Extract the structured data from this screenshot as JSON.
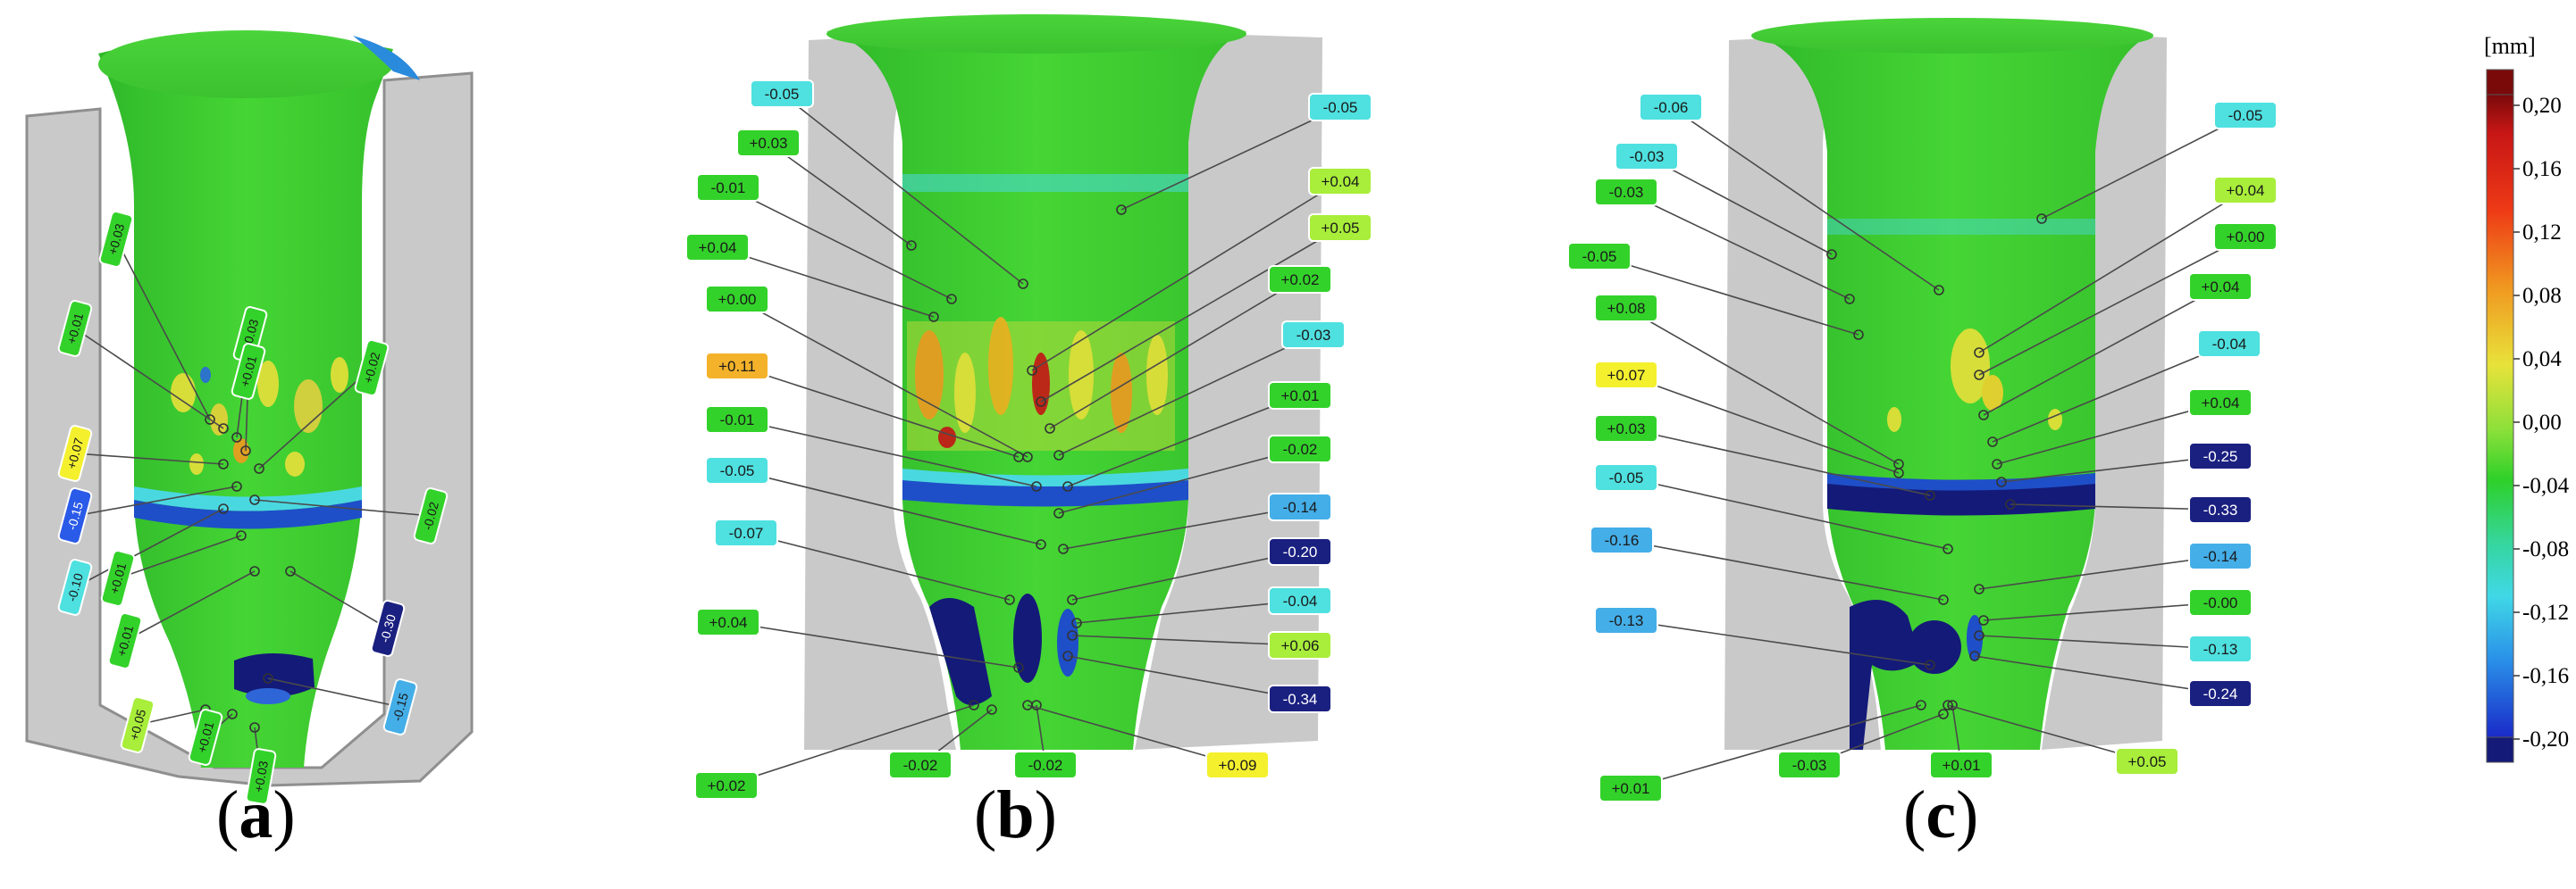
{
  "colors": {
    "grey_housing": "#c9c9c9",
    "housing_shadow": "#8f8f8f",
    "green": "#3fcf2c",
    "yellow": "#e8e03a",
    "orange": "#f09a20",
    "cyan": "#4ad8e0",
    "blue": "#1e4fc8",
    "navy": "#141a78",
    "label_green": "#33d22a",
    "label_lime": "#a8ee3a",
    "label_yellow": "#f4f02e",
    "label_orange": "#f4b22a",
    "label_cyan": "#4fe0e0",
    "label_lightblue": "#44aee8",
    "label_navy": "#1a2080"
  },
  "colorbar": {
    "unit": "[mm]",
    "ticks": [
      "0,20",
      "0,16",
      "0,12",
      "0,08",
      "0,04",
      "0,00",
      "-0,04",
      "-0,08",
      "-0,12",
      "-0,16",
      "-0,20"
    ]
  },
  "panels": [
    {
      "id": "a",
      "caption": "a",
      "labels": [
        {
          "text": "+0.03",
          "color": "label_green"
        },
        {
          "text": "+0.01",
          "color": "label_green"
        },
        {
          "text": "+0.03",
          "color": "label_green"
        },
        {
          "text": "+0.07",
          "color": "label_yellow"
        },
        {
          "text": "-0.15",
          "color": "label_blue"
        },
        {
          "text": "-0.10",
          "color": "label_cyan"
        },
        {
          "text": "+0.01",
          "color": "label_green"
        },
        {
          "text": "+0.01",
          "color": "label_green"
        },
        {
          "text": "+0.05",
          "color": "label_lime"
        },
        {
          "text": "+0.01",
          "color": "label_green"
        },
        {
          "text": "+0.03",
          "color": "label_green"
        },
        {
          "text": "+0.01",
          "color": "label_green"
        },
        {
          "text": "+0.02",
          "color": "label_green"
        },
        {
          "text": "-0.02",
          "color": "label_green"
        },
        {
          "text": "-0.30",
          "color": "label_navy"
        },
        {
          "text": "-0.15",
          "color": "label_lightblue"
        }
      ]
    },
    {
      "id": "b",
      "caption": "b",
      "labels": [
        {
          "text": "-0.05",
          "color": "label_cyan"
        },
        {
          "text": "+0.03",
          "color": "label_green"
        },
        {
          "text": "-0.01",
          "color": "label_green"
        },
        {
          "text": "+0.04",
          "color": "label_green"
        },
        {
          "text": "+0.00",
          "color": "label_green"
        },
        {
          "text": "+0.11",
          "color": "label_orange"
        },
        {
          "text": "-0.01",
          "color": "label_green"
        },
        {
          "text": "-0.05",
          "color": "label_cyan"
        },
        {
          "text": "-0.07",
          "color": "label_cyan"
        },
        {
          "text": "+0.04",
          "color": "label_green"
        },
        {
          "text": "+0.02",
          "color": "label_green"
        },
        {
          "text": "-0.02",
          "color": "label_green"
        },
        {
          "text": "-0.02",
          "color": "label_green"
        },
        {
          "text": "+0.09",
          "color": "label_yellow"
        },
        {
          "text": "-0.05",
          "color": "label_cyan"
        },
        {
          "text": "+0.04",
          "color": "label_lime"
        },
        {
          "text": "+0.05",
          "color": "label_lime"
        },
        {
          "text": "+0.02",
          "color": "label_green"
        },
        {
          "text": "-0.03",
          "color": "label_cyan"
        },
        {
          "text": "+0.01",
          "color": "label_green"
        },
        {
          "text": "-0.02",
          "color": "label_green"
        },
        {
          "text": "-0.14",
          "color": "label_lightblue"
        },
        {
          "text": "-0.20",
          "color": "label_navy"
        },
        {
          "text": "-0.04",
          "color": "label_cyan"
        },
        {
          "text": "+0.06",
          "color": "label_lime"
        },
        {
          "text": "-0.34",
          "color": "label_navy"
        }
      ]
    },
    {
      "id": "c",
      "caption": "c",
      "labels": [
        {
          "text": "-0.06",
          "color": "label_cyan"
        },
        {
          "text": "-0.03",
          "color": "label_cyan"
        },
        {
          "text": "-0.03",
          "color": "label_green"
        },
        {
          "text": "-0.05",
          "color": "label_green"
        },
        {
          "text": "+0.08",
          "color": "label_green"
        },
        {
          "text": "+0.07",
          "color": "label_yellow"
        },
        {
          "text": "+0.03",
          "color": "label_green"
        },
        {
          "text": "-0.05",
          "color": "label_cyan"
        },
        {
          "text": "-0.16",
          "color": "label_lightblue"
        },
        {
          "text": "-0.13",
          "color": "label_lightblue"
        },
        {
          "text": "+0.01",
          "color": "label_green"
        },
        {
          "text": "-0.03",
          "color": "label_green"
        },
        {
          "text": "+0.01",
          "color": "label_green"
        },
        {
          "text": "+0.05",
          "color": "label_lime"
        },
        {
          "text": "-0.05",
          "color": "label_cyan"
        },
        {
          "text": "+0.04",
          "color": "label_lime"
        },
        {
          "text": "+0.00",
          "color": "label_green"
        },
        {
          "text": "+0.04",
          "color": "label_green"
        },
        {
          "text": "-0.04",
          "color": "label_cyan"
        },
        {
          "text": "+0.04",
          "color": "label_green"
        },
        {
          "text": "-0.25",
          "color": "label_navy"
        },
        {
          "text": "-0.33",
          "color": "label_navy"
        },
        {
          "text": "-0.14",
          "color": "label_lightblue"
        },
        {
          "text": "-0.00",
          "color": "label_green"
        },
        {
          "text": "-0.13",
          "color": "label_cyan"
        },
        {
          "text": "-0.24",
          "color": "label_navy"
        }
      ]
    }
  ]
}
